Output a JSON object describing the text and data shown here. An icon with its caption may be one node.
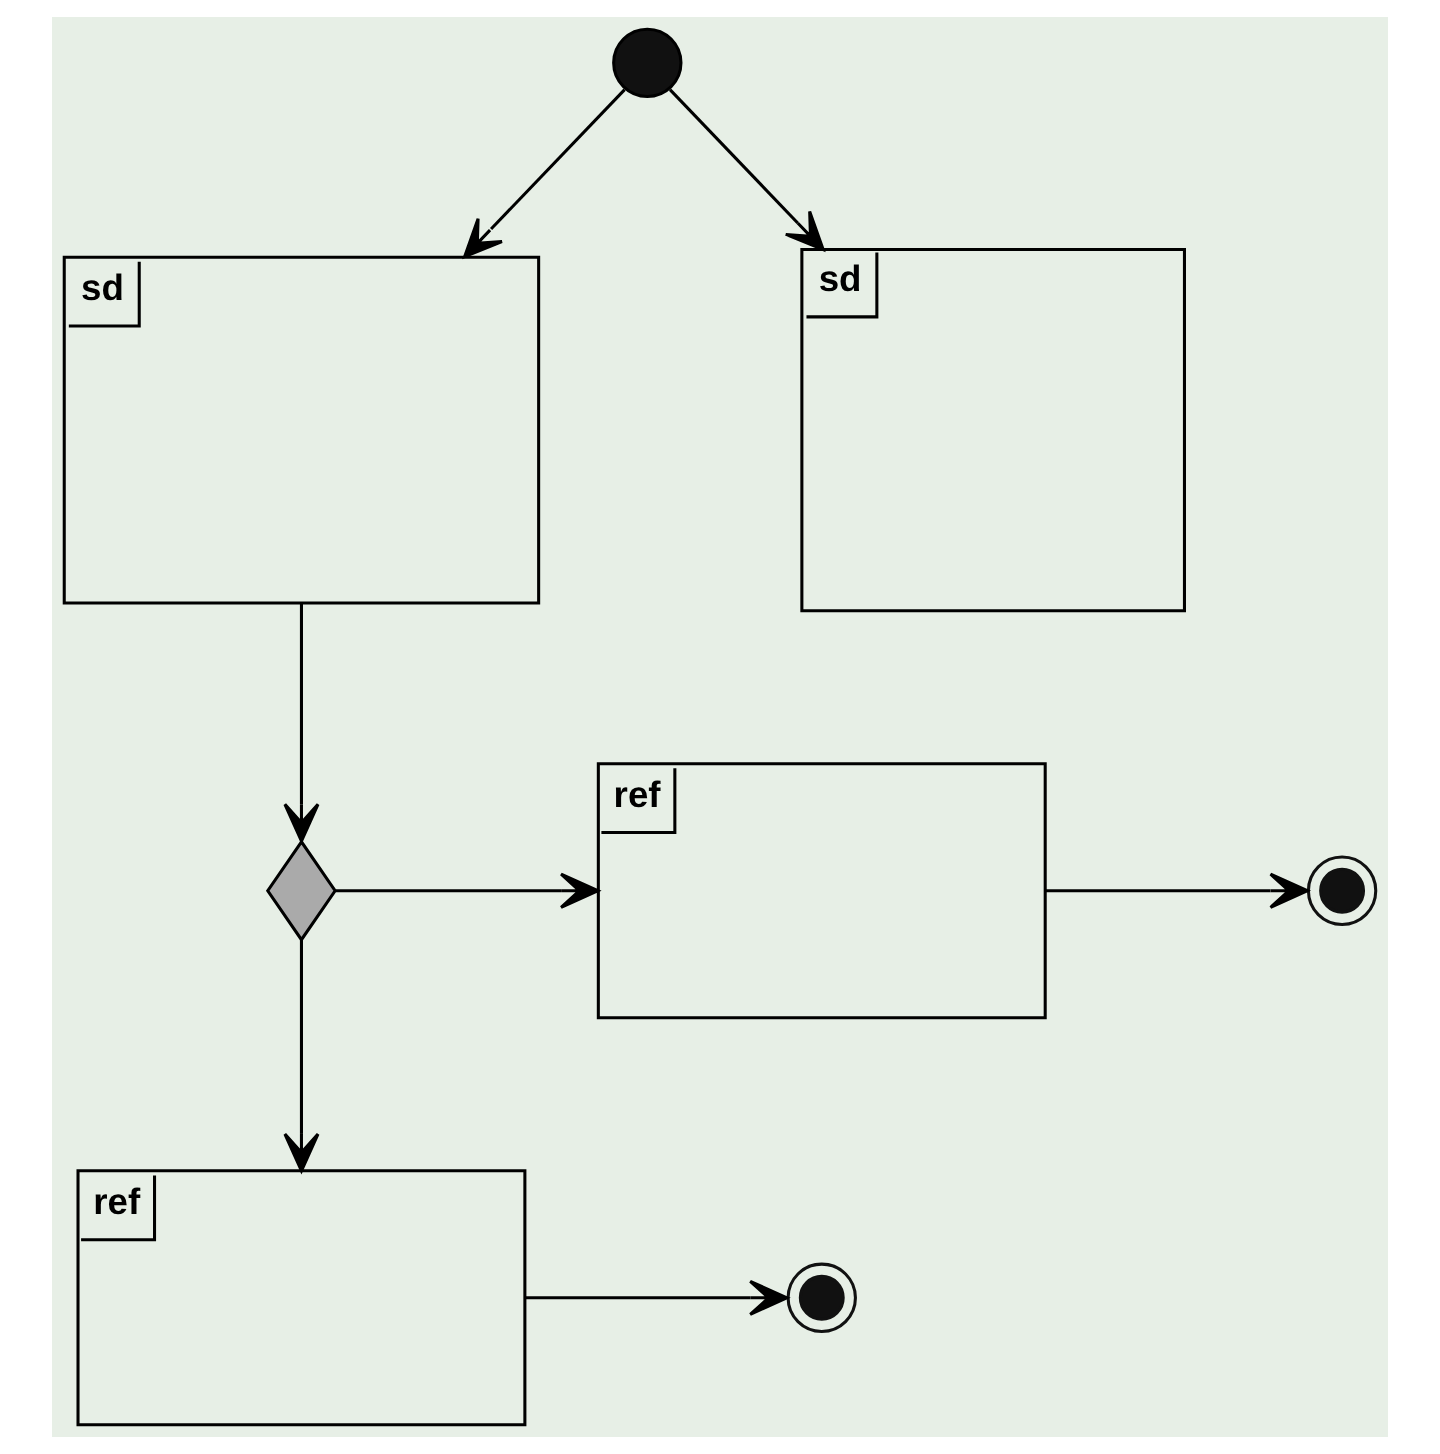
{
  "diagram": {
    "nodes": [
      {
        "text": [],
        "shape": "circle"
      },
      {
        "text": [
          "sd"
        ]
      },
      {
        "text": [
          "sd"
        ]
      },
      {
        "text": [],
        "shape": "diamond"
      },
      {
        "text": [
          "ref"
        ]
      },
      {
        "text": [],
        "shape": "circle"
      },
      {
        "text": [
          "ref"
        ]
      },
      {
        "text": [],
        "shape": "circle"
      }
    ],
    "edges": [
      {
        "from": 0,
        "to": 1,
        "arrow": "to"
      },
      {
        "from": 0,
        "to": 2,
        "arrow": "to"
      },
      {
        "from": 1,
        "to": 3,
        "arrow": "to"
      },
      {
        "from": 3,
        "to": 4,
        "arrow": "to"
      },
      {
        "from": 4,
        "to": 5,
        "arrow": "to"
      },
      {
        "from": 3,
        "to": 6,
        "arrow": "to"
      },
      {
        "from": 6,
        "to": 7,
        "arrow": "to"
      }
    ]
  }
}
